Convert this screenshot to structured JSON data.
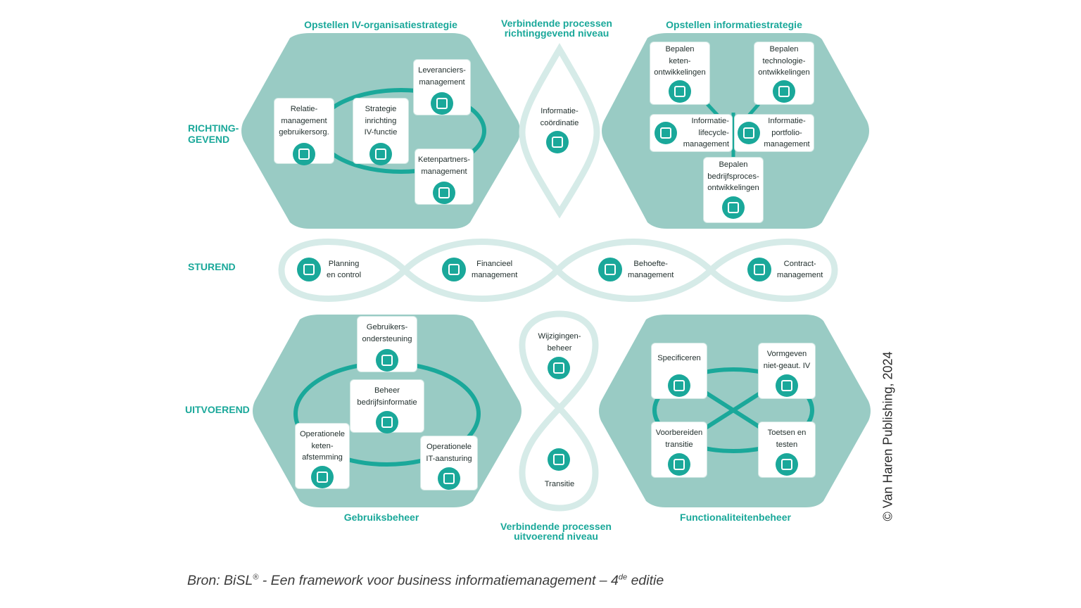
{
  "colors": {
    "hexagon": "#99cbc4",
    "accent": "#1aa89a",
    "ring": "#d6ebe8",
    "card": "#ffffff"
  },
  "headers": {
    "top_left": "Opstellen IV-organisatiestrategie",
    "top_center": [
      "Verbindende processen",
      "richtinggevend niveau"
    ],
    "top_right": "Opstellen informatiestrategie",
    "bottom_left": "Gebruiksbeheer",
    "bottom_center": [
      "Verbindende processen",
      "uitvoerend niveau"
    ],
    "bottom_right": "Functionaliteitenbeheer"
  },
  "levels": {
    "richtinggevend": [
      "RICHTING-",
      "GEVEND"
    ],
    "sturend": "STUREND",
    "uitvoerend": "UITVOEREND"
  },
  "iv_organisatiestrategie": [
    {
      "lines": [
        "Leveranciers-",
        "management"
      ],
      "icon": "people-network-icon"
    },
    {
      "lines": [
        "Relatie-",
        "management",
        "gebruikersorg."
      ],
      "icon": "group-icon"
    },
    {
      "lines": [
        "Strategie",
        "inrichting",
        "IV-functie"
      ],
      "icon": "org-chart-icon"
    },
    {
      "lines": [
        "Ketenpartners-",
        "management"
      ],
      "icon": "meeting-icon"
    }
  ],
  "informatie_coordinatie": {
    "lines": [
      "Informatie-",
      "coördinatie"
    ],
    "icon": "hierarchy-icon"
  },
  "informatiestrategie": [
    {
      "lines": [
        "Bepalen",
        "keten-",
        "ontwikkelingen"
      ],
      "icon": "chain-icon"
    },
    {
      "lines": [
        "Bepalen",
        "technologie-",
        "ontwikkelingen"
      ],
      "icon": "tech-icon"
    },
    {
      "lines": [
        "Informatie-",
        "lifecycle-",
        "management"
      ],
      "icon": "lifecycle-icon"
    },
    {
      "lines": [
        "Informatie-",
        "portfolio-",
        "management"
      ],
      "icon": "portfolio-icon"
    },
    {
      "lines": [
        "Bepalen",
        "bedrijfsproces-",
        "ontwikkelingen"
      ],
      "icon": "process-icon"
    }
  ],
  "sturend": [
    {
      "lines": [
        "Planning",
        "en control"
      ],
      "icon": "clock-icon"
    },
    {
      "lines": [
        "Financieel",
        "management"
      ],
      "icon": "money-icon"
    },
    {
      "lines": [
        "Behoefte-",
        "management"
      ],
      "icon": "users-icon"
    },
    {
      "lines": [
        "Contract-",
        "management"
      ],
      "icon": "contract-icon"
    }
  ],
  "gebruiksbeheer": [
    {
      "lines": [
        "Gebruikers-",
        "ondersteuning"
      ],
      "icon": "support-icon"
    },
    {
      "lines": [
        "Beheer",
        "bedrijfsinformatie"
      ],
      "icon": "info-hand-icon"
    },
    {
      "lines": [
        "Operationele",
        "keten-",
        "afstemming"
      ],
      "icon": "network-icon"
    },
    {
      "lines": [
        "Operationele",
        "IT-aansturing"
      ],
      "icon": "gear-hand-icon"
    }
  ],
  "uitvoerend_verbindend": [
    {
      "lines": [
        "Wijzigingen-",
        "beheer"
      ],
      "icon": "change-icon"
    },
    {
      "lines": [
        "Transitie"
      ],
      "icon": "transition-icon"
    }
  ],
  "functionaliteitenbeheer": [
    {
      "lines": [
        "Specificeren"
      ],
      "icon": "checklist-icon"
    },
    {
      "lines": [
        "Vormgeven",
        "niet-geaut. IV"
      ],
      "icon": "design-icon"
    },
    {
      "lines": [
        "Voorbereiden",
        "transitie"
      ],
      "icon": "list-icon"
    },
    {
      "lines": [
        "Toetsen en",
        "testen"
      ],
      "icon": "magnifier-icon"
    }
  ],
  "copyright": "© Van Haren Publishing, 2024",
  "source": {
    "prefix": "Bron: BiSL",
    "reg": "®",
    "middle": " - Een framework voor business informatiemanagement – 4",
    "sup": "de",
    "suffix": " editie"
  }
}
